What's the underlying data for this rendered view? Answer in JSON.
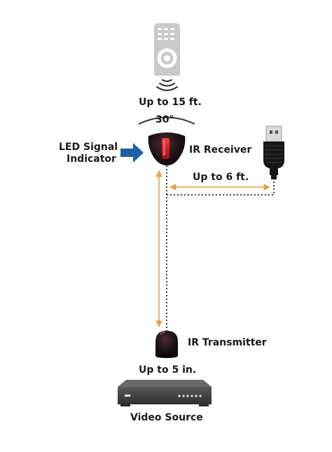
{
  "labels": {
    "remote_range": "Up to 15 ft.",
    "angle": "30°",
    "led_line1": "LED Signal",
    "led_line2": "Indicator",
    "ir_receiver": "IR Receiver",
    "usb_range": "Up to 6 ft.",
    "ir_transmitter": "IR Transmitter",
    "transmitter_range": "Up to 5 in.",
    "video_source": "Video Source"
  },
  "colors": {
    "arrow_blue": "#1f5fa6",
    "range_arrow": "#e0a34a",
    "device_gray": "#cccccc",
    "device_dark": "#3a3a3a",
    "ir_body": "#1c1014",
    "led_red": "#d8202a",
    "usb_black": "#161616"
  },
  "icons": {
    "remote": "remote-control-icon",
    "signal": "ir-signal-waves-icon",
    "receiver": "ir-receiver-icon",
    "usb": "usb-plug-icon",
    "transmitter": "ir-transmitter-icon",
    "video_source": "video-source-device-icon"
  }
}
